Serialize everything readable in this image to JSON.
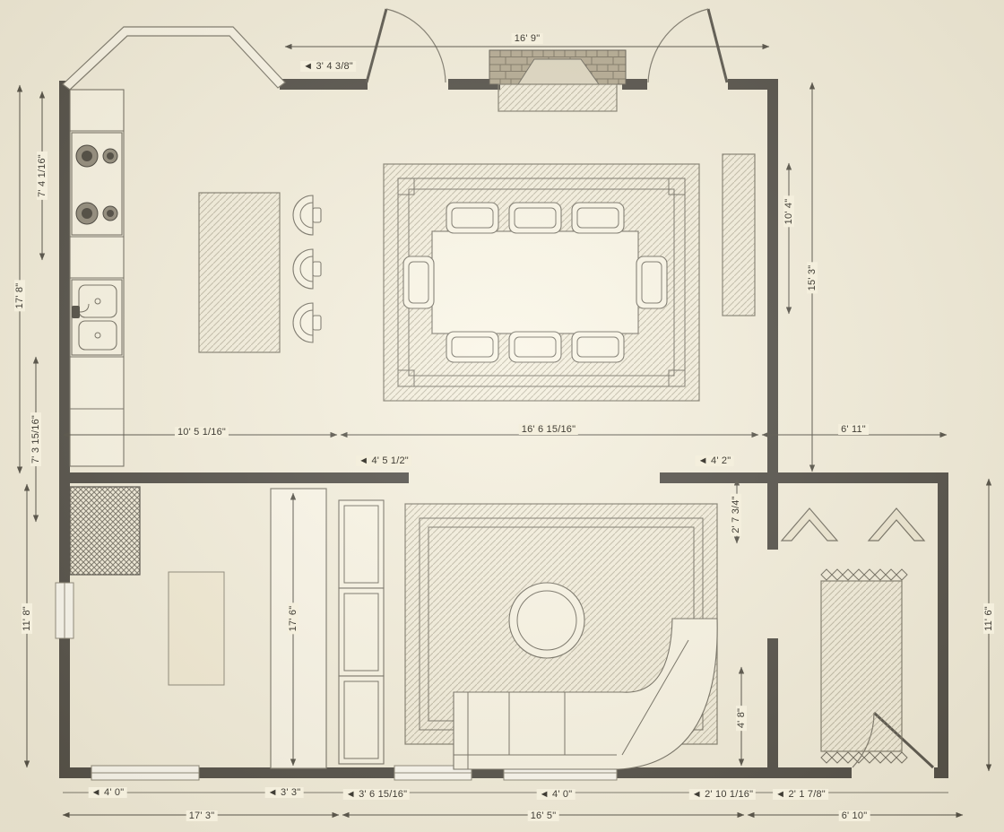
{
  "theme": {
    "bg": "#f4efdd",
    "wall": "#4b4842",
    "dim": "#403d35",
    "line": "#6f6b5f",
    "brick": "#b2a890"
  },
  "dimensions": {
    "top_width": "16' 9\"",
    "top_left_partial": "◄ 3' 4 3/8\"",
    "kitchen_counter_height": "7' 4 1/16\"",
    "left_total_height": "17' 8\"",
    "left_lower_partial": "7' 3 15/16\"",
    "lower_left_height": "11' 8\"",
    "sideboard_length": "10' 4\"",
    "right_upper_height": "15' 3\"",
    "kitchen_width": "10' 5 1/16\"",
    "great_room_width": "16' 6 15/16\"",
    "entry_width": "6' 11\"",
    "opening_left": "◄ 4' 5 1/2\"",
    "opening_right": "◄ 4' 2\"",
    "wall_stub_upper": "2' 7 3/4\"",
    "hall_wall_height": "17' 6\"",
    "entry_height": "11' 6\"",
    "wall_stub_lower": "4' 8\"",
    "win_a": "◄ 4' 0\"",
    "win_b": "◄ 3' 3\"",
    "win_c": "◄ 3' 6 15/16\"",
    "win_d": "◄ 4' 0\"",
    "win_e": "◄ 2' 10 1/16\"",
    "win_f": "◄ 2' 1 7/8\"",
    "bottom_left_width": "17' 3\"",
    "bottom_center_width": "16' 5\"",
    "bottom_right_width": "6' 10\""
  }
}
